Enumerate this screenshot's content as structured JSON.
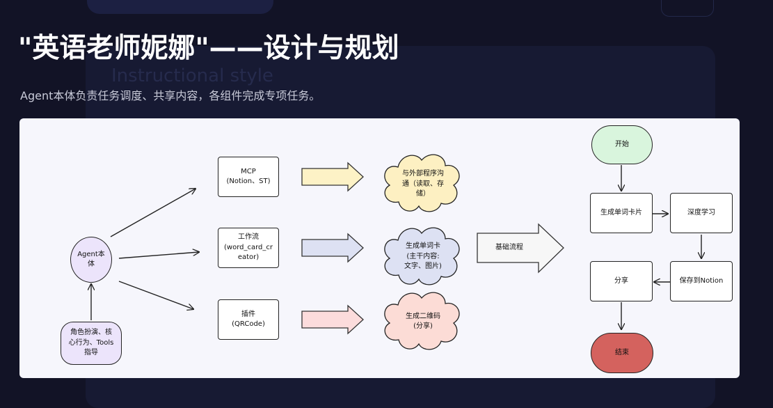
{
  "header": {
    "title": "\"英语老师妮娜\"——设计与规划",
    "subtitle": "Agent本体负责任务调度、共享内容，各组件完成专项任务。",
    "background_text": "Instructional style"
  },
  "diagram": {
    "agent_node": "Agent本\n体",
    "role_node": "角色扮演、核\n心行为、Tools\n指导",
    "mcp_node": "MCP\n(Notion、ST)",
    "workflow_node": "工作流\n(word_card_cr\neator)",
    "plugin_node": "插件\n(QRCode)",
    "cloud_external": "与外部程序沟\n通（读取、存\n储）",
    "cloud_card": "生成单词卡\n(主干内容:\n文字、图片)",
    "cloud_qr": "生成二维码\n(分享)",
    "big_arrow_label": "基础流程",
    "flow": {
      "start": "开始",
      "generate_card": "生成单词卡片",
      "deep_learning": "深度学习",
      "save_notion": "保存到Notion",
      "share": "分享",
      "end": "结束"
    },
    "colors": {
      "mcp_arrow": "#fdf2c6",
      "workflow_arrow": "#dde1f3",
      "plugin_arrow": "#fcdcdc",
      "cloud_external": "#fdf0c2",
      "cloud_card": "#dde1f3",
      "cloud_qr": "#fcdcd6",
      "start_fill": "#d9f5dd",
      "end_fill": "#d4625e",
      "agent_fill": "#ece4fb"
    }
  }
}
